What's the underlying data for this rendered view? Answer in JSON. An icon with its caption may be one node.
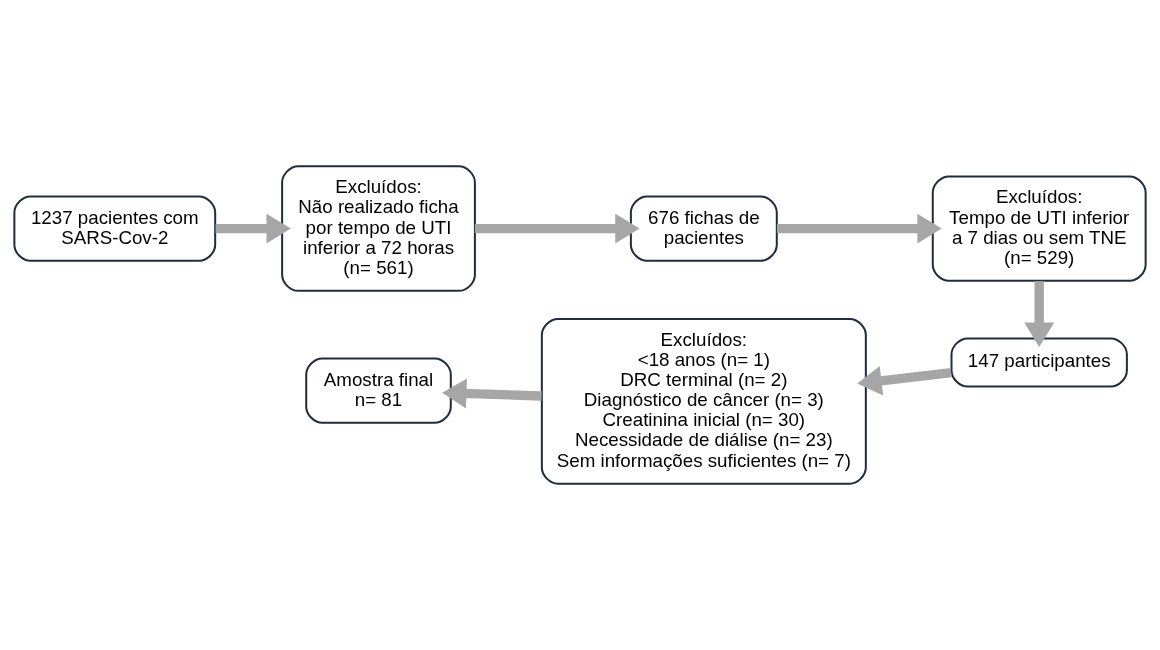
{
  "diagram": {
    "nodes": [
      {
        "text": [
          "1237 pacientes com SARS-Cov-2"
        ]
      },
      {
        "text": [
          "Excluídos:",
          "Não realizado ficha por tempo de UTI inferior a 72 horas",
          "(n= 561)"
        ]
      },
      {
        "text": [
          "676 fichas de pacientes"
        ]
      },
      {
        "text": [
          "Excluídos:",
          "Tempo de UTI inferior a 7 dias ou sem TNE",
          "(n= 529)"
        ]
      },
      {
        "text": [
          "147 participantes"
        ]
      },
      {
        "text": [
          "Excluídos:",
          "<18 anos (n= 1)",
          "DRC terminal (n= 2)",
          "Diagnóstico de câncer (n= 3)",
          "Creatinina inicial (n= 30)",
          "Necessidade de diálise (n= 23)",
          "Sem informações suficientes (n= 7)"
        ]
      },
      {
        "text": [
          "Amostra final",
          "n= 81"
        ]
      }
    ],
    "edges": [
      {
        "from": 0,
        "to": 1,
        "arrow": "to"
      },
      {
        "from": 1,
        "to": 2,
        "arrow": "to"
      },
      {
        "from": 2,
        "to": 3,
        "arrow": "to"
      },
      {
        "from": 3,
        "to": 4,
        "arrow": "to"
      },
      {
        "from": 4,
        "to": 5,
        "arrow": "to"
      },
      {
        "from": 5,
        "to": 6,
        "arrow": "to"
      }
    ]
  }
}
